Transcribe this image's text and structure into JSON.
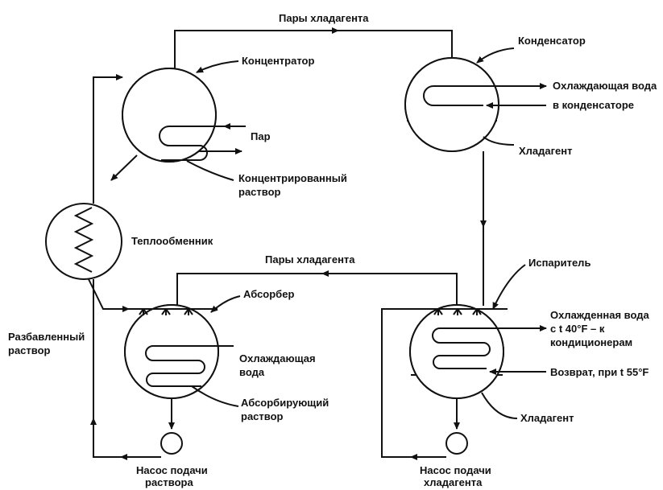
{
  "labels": {
    "vapor_top": "Пары хладагента",
    "concentrator": "Концентратор",
    "condenser": "Конденсатор",
    "cooling_water_condenser_1": "Охлаждающая вода",
    "cooling_water_condenser_2": "в конденсаторе",
    "steam": "Пар",
    "concentrated_solution_1": "Концентрированный",
    "concentrated_solution_2": "раствор",
    "refrigerant_condenser": "Хладагент",
    "heat_exchanger": "Теплообменник",
    "vapor_middle": "Пары хладагента",
    "absorber": "Абсорбер",
    "evaporator": "Испаритель",
    "chilled_water_1": "Охлажденная вода",
    "chilled_water_2": "с t 40°F – к",
    "chilled_water_3": "кондиционерам",
    "dilute_solution_1": "Разбавленный",
    "dilute_solution_2": "раствор",
    "cooling_water_absorber_1": "Охлаждающая",
    "cooling_water_absorber_2": "вода",
    "return_water": "Возврат, при t 55°F",
    "absorbing_solution_1": "Абсорбирующий",
    "absorbing_solution_2": "раствор",
    "refrigerant_evaporator": "Хладагент",
    "solution_pump_1": "Насос подачи",
    "solution_pump_2": "раствора",
    "refrigerant_pump_1": "Насос подачи",
    "refrigerant_pump_2": "хладагента"
  }
}
